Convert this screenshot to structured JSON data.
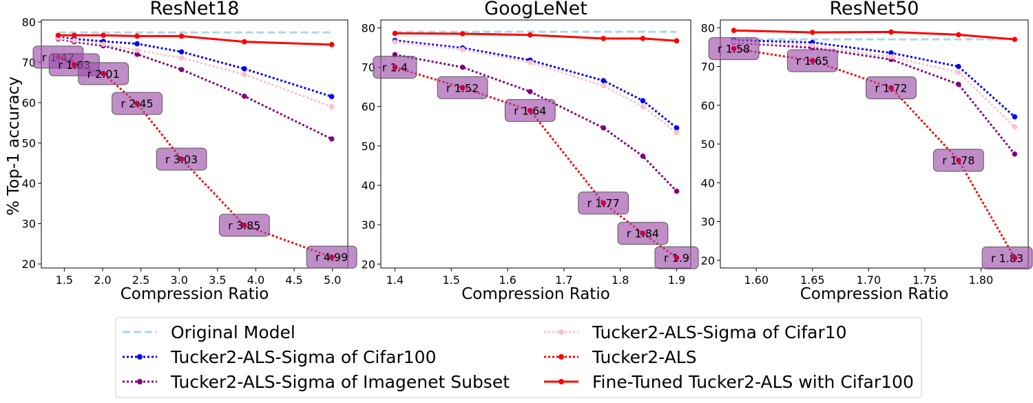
{
  "figure": {
    "ylabel": "% Top-1 accuracy",
    "legend": {
      "placement": "bottom-center",
      "columns": 2,
      "entries": [
        {
          "label": "Original Model",
          "color": "#add8e6",
          "style": "dashed",
          "marker": false
        },
        {
          "label": "Tucker2-ALS-Sigma of Cifar100",
          "color": "#0000ff",
          "style": "dotted",
          "marker": true
        },
        {
          "label": "Tucker2-ALS-Sigma of Imagenet Subset",
          "color": "#800080",
          "style": "dotted",
          "marker": true
        },
        {
          "label": "Tucker2-ALS-Sigma of Cifar10",
          "color": "#ffc0cb",
          "style": "dotted",
          "marker": true
        },
        {
          "label": "Tucker2-ALS",
          "color": "#ff0000",
          "style": "dotted",
          "marker": true
        },
        {
          "label": "Fine-Tuned Tucker2-ALS with Cifar100",
          "color": "#ff0000",
          "style": "solid",
          "marker": true
        }
      ]
    }
  },
  "chart_data": [
    {
      "type": "line",
      "title": "ResNet18",
      "xlabel": "Compression Ratio",
      "xlim": [
        1.2,
        5.2
      ],
      "ylim": [
        19,
        80.5
      ],
      "xticks": [
        1.5,
        2.0,
        2.5,
        3.0,
        3.5,
        4.0,
        4.5,
        5.0
      ],
      "xtick_labels": [
        "1.5",
        "2.0",
        "2.5",
        "3.0",
        "3.5",
        "4.0",
        "4.5",
        "5.0"
      ],
      "yticks": [
        20,
        30,
        40,
        50,
        60,
        70,
        80
      ],
      "ytick_labels": [
        "20",
        "30",
        "40",
        "50",
        "60",
        "70",
        "80"
      ],
      "x": [
        1.42,
        1.63,
        2.01,
        2.45,
        3.03,
        3.85,
        4.99
      ],
      "series": [
        {
          "name": "Original Model",
          "values": [
            77.4,
            77.4,
            77.4,
            77.4,
            77.4,
            77.4,
            77.4
          ]
        },
        {
          "name": "Tucker2-ALS-Sigma of Cifar100",
          "values": [
            76.2,
            75.8,
            75.2,
            74.6,
            72.6,
            68.4,
            61.5
          ]
        },
        {
          "name": "Tucker2-ALS-Sigma of Imagenet Subset",
          "values": [
            75.8,
            75.1,
            74.1,
            72.0,
            68.2,
            61.6,
            51.0
          ]
        },
        {
          "name": "Tucker2-ALS-Sigma of Cifar10",
          "values": [
            76.0,
            75.4,
            74.5,
            73.0,
            71.1,
            67.0,
            59.0
          ]
        },
        {
          "name": "Tucker2-ALS",
          "values": [
            71.3,
            69.4,
            67.2,
            59.8,
            46.0,
            29.6,
            21.7
          ]
        },
        {
          "name": "Fine-Tuned Tucker2-ALS with Cifar100",
          "values": [
            76.7,
            76.7,
            76.7,
            76.5,
            76.5,
            75.1,
            74.4
          ]
        }
      ],
      "annotations": [
        "r 1.42",
        "r 1.63",
        "r 2.01",
        "r 2.45",
        "r 3.03",
        "r 3.85",
        "r 4.99"
      ]
    },
    {
      "type": "line",
      "title": "GoogLeNet",
      "xlabel": "Compression Ratio",
      "xlim": [
        1.375,
        1.925
      ],
      "ylim": [
        19,
        82
      ],
      "xticks": [
        1.4,
        1.5,
        1.6,
        1.7,
        1.8,
        1.9
      ],
      "xtick_labels": [
        "1.4",
        "1.5",
        "1.6",
        "1.7",
        "1.8",
        "1.9"
      ],
      "yticks": [
        20,
        30,
        40,
        50,
        60,
        70,
        80
      ],
      "ytick_labels": [
        "20",
        "30",
        "40",
        "50",
        "60",
        "70",
        "80"
      ],
      "x": [
        1.4,
        1.52,
        1.64,
        1.77,
        1.84,
        1.9
      ],
      "series": [
        {
          "name": "Original Model",
          "values": [
            79.0,
            79.0,
            79.0,
            79.0,
            79.0,
            79.0
          ]
        },
        {
          "name": "Tucker2-ALS-Sigma of Cifar100",
          "values": [
            76.8,
            74.9,
            71.8,
            66.6,
            61.5,
            54.6
          ]
        },
        {
          "name": "Tucker2-ALS-Sigma of Imagenet Subset",
          "values": [
            73.2,
            70.0,
            63.8,
            54.6,
            47.4,
            38.5
          ]
        },
        {
          "name": "Tucker2-ALS-Sigma of Cifar10",
          "values": [
            76.4,
            74.5,
            71.2,
            65.3,
            60.0,
            53.4
          ]
        },
        {
          "name": "Tucker2-ALS",
          "values": [
            70.0,
            64.8,
            59.0,
            35.5,
            27.8,
            21.6
          ]
        },
        {
          "name": "Fine-Tuned Tucker2-ALS with Cifar100",
          "values": [
            78.6,
            78.5,
            78.2,
            77.3,
            77.3,
            76.7
          ]
        }
      ],
      "annotations": [
        "r 1.4",
        "r 1.52",
        "r 1.64",
        "r 1.77",
        "r 1.84",
        "r 1.9"
      ]
    },
    {
      "type": "line",
      "title": "ResNet50",
      "xlabel": "Compression Ratio",
      "xlim": [
        1.568,
        1.842
      ],
      "ylim": [
        18,
        82
      ],
      "xticks": [
        1.6,
        1.65,
        1.7,
        1.75,
        1.8
      ],
      "xtick_labels": [
        "1.60",
        "1.65",
        "1.70",
        "1.75",
        "1.80"
      ],
      "yticks": [
        20,
        30,
        40,
        50,
        60,
        70,
        80
      ],
      "ytick_labels": [
        "20",
        "30",
        "40",
        "50",
        "60",
        "70",
        "80"
      ],
      "x": [
        1.58,
        1.65,
        1.72,
        1.78,
        1.83
      ],
      "series": [
        {
          "name": "Original Model",
          "values": [
            77.0,
            77.0,
            77.0,
            77.0,
            77.0
          ]
        },
        {
          "name": "Tucker2-ALS-Sigma of Cifar100",
          "values": [
            76.8,
            76.2,
            73.5,
            70.0,
            57.0
          ]
        },
        {
          "name": "Tucker2-ALS-Sigma of Imagenet Subset",
          "values": [
            76.2,
            74.8,
            71.8,
            65.4,
            47.4
          ]
        },
        {
          "name": "Tucker2-ALS-Sigma of Cifar10",
          "values": [
            76.4,
            75.4,
            72.5,
            68.5,
            54.4
          ]
        },
        {
          "name": "Tucker2-ALS",
          "values": [
            74.6,
            71.5,
            64.5,
            45.8,
            20.6
          ]
        },
        {
          "name": "Fine-Tuned Tucker2-ALS with Cifar100",
          "values": [
            79.3,
            78.8,
            78.9,
            78.2,
            77.0
          ]
        }
      ],
      "annotations": [
        "r 1.58",
        "r 1.65",
        "r 1.72",
        "r 1.78",
        "r 1.83"
      ]
    }
  ]
}
